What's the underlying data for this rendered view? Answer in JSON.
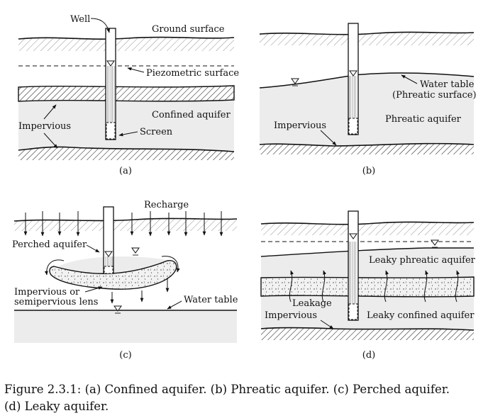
{
  "panels": {
    "a": {
      "label": "(a)",
      "well": "Well",
      "ground_surface": "Ground surface",
      "piezometric_surface": "Piezometric surface",
      "confined_aquifer": "Confined aquifer",
      "impervious": "Impervious",
      "screen": "Screen"
    },
    "b": {
      "label": "(b)",
      "water_table_line1": "Water table",
      "water_table_line2": "(Phreatic surface)",
      "phreatic_aquifer": "Phreatic aquifer",
      "impervious": "Impervious"
    },
    "c": {
      "label": "(c)",
      "recharge": "Recharge",
      "perched_aquifer": "Perched aquifer",
      "impervious_line1": "Impervious or",
      "impervious_line2": "semipervious lens",
      "water_table": "Water table"
    },
    "d": {
      "label": "(d)",
      "leaky_phreatic_aquifer": "Leaky phreatic aquifer",
      "leakage": "Leakage",
      "impervious": "Impervious",
      "leaky_confined_aquifer": "Leaky confined aquifer"
    }
  },
  "caption": {
    "line1": "Figure 2.3.1: (a) Confined aquifer. (b) Phreatic aquifer. (c) Perched aquifer.",
    "line2": "(d) Leaky aquifer."
  },
  "colors": {
    "aquifer_fill": "#ececec",
    "line": "#111111",
    "background": "#ffffff"
  }
}
